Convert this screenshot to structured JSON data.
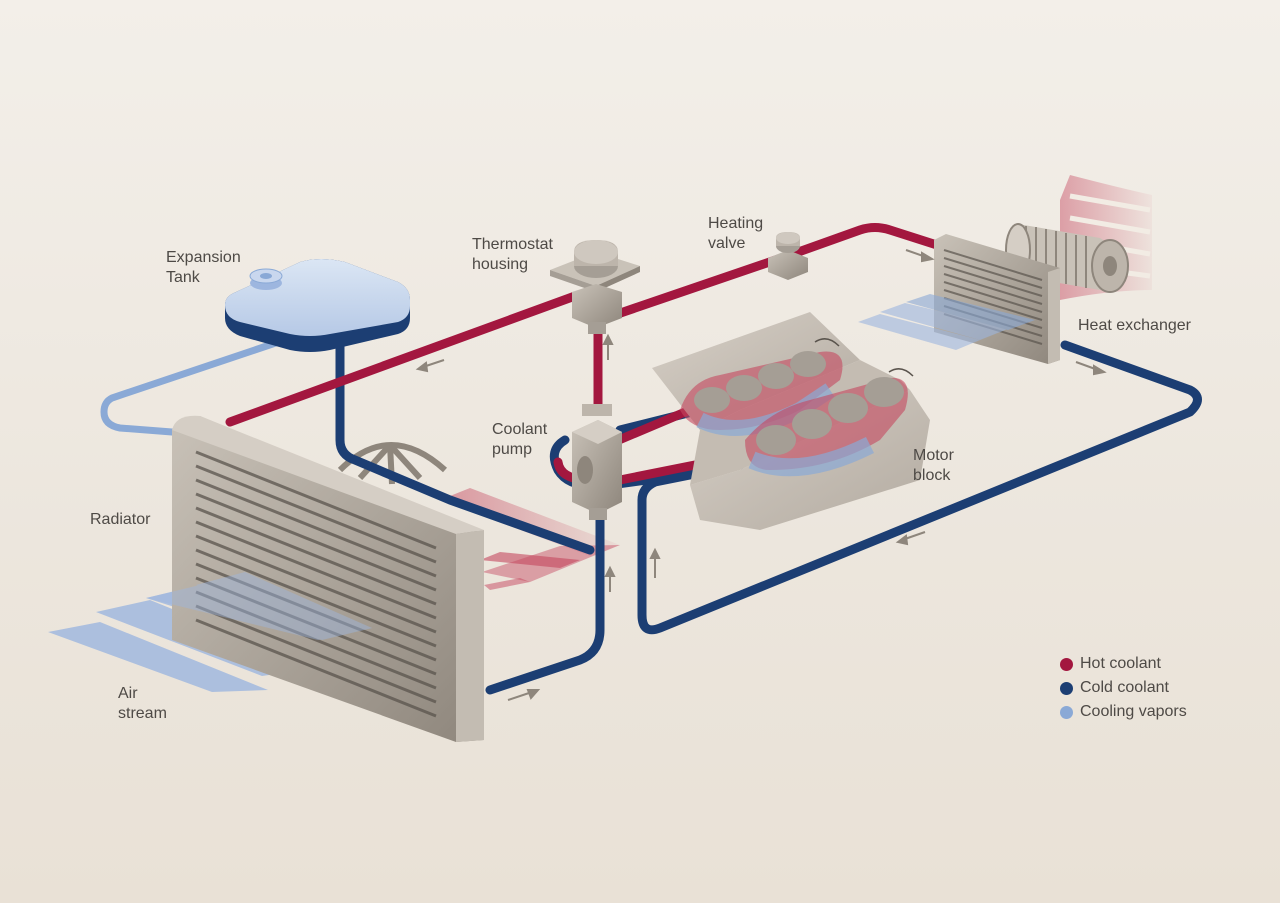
{
  "labels": {
    "expansion_tank": [
      "Expansion",
      "Tank"
    ],
    "thermostat_housing": [
      "Thermostat",
      "housing"
    ],
    "heating_valve": [
      "Heating",
      "valve"
    ],
    "heat_exchanger": "Heat exchanger",
    "coolant_pump": [
      "Coolant",
      "pump"
    ],
    "motor_block": [
      "Motor",
      "block"
    ],
    "radiator": "Radiator",
    "air_stream": [
      "Air",
      "stream"
    ]
  },
  "legend": [
    {
      "label": "Hot coolant",
      "color": "#a3173f"
    },
    {
      "label": "Cold coolant",
      "color": "#1c3e73"
    },
    {
      "label": "Cooling vapors",
      "color": "#8aa9d6"
    }
  ],
  "colors": {
    "hot": "#a3173f",
    "cold": "#1c3e73",
    "vapor": "#8aa9d6",
    "metal": "#a59e95"
  }
}
